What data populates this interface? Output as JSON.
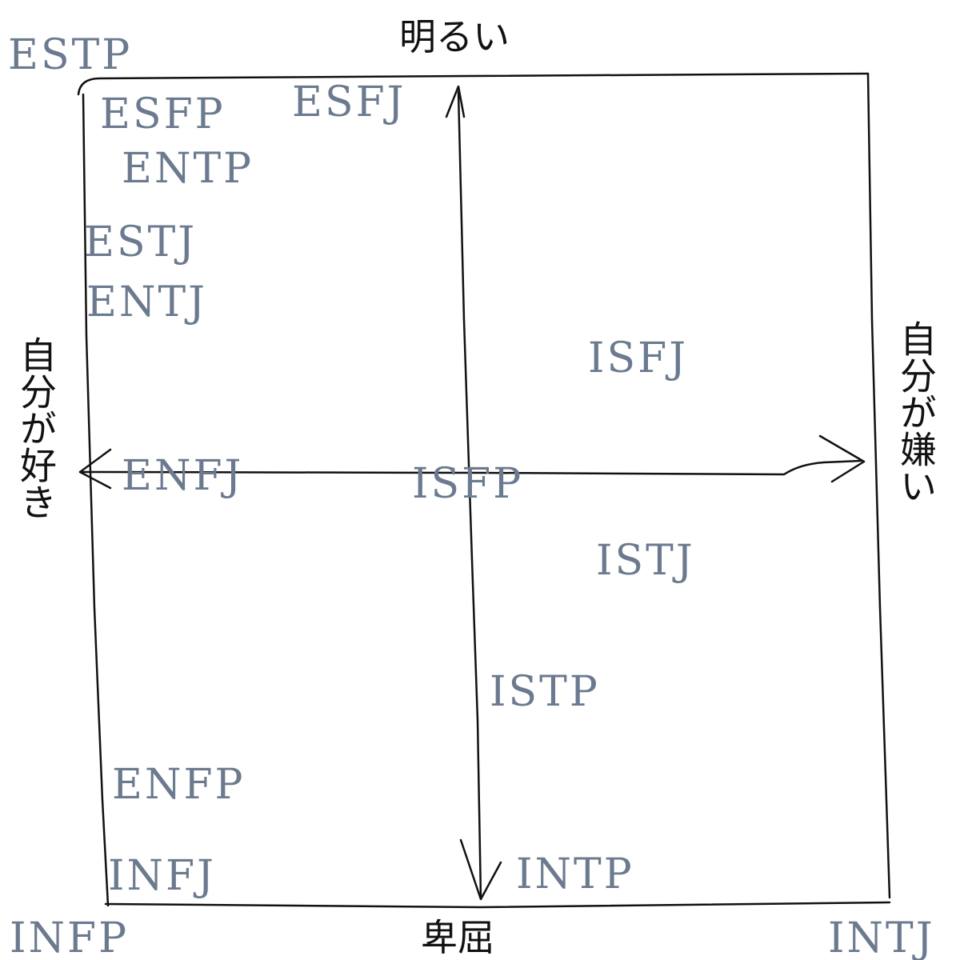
{
  "colors": {
    "ink": "#111111",
    "type_text": "#6b7a8f",
    "background": "#ffffff"
  },
  "axes": {
    "top": "明るい",
    "bottom": "卑屈",
    "left": "自分が好き",
    "right": "自分が嫌い"
  },
  "types": {
    "estp": "ESTP",
    "esfp": "ESFP",
    "esfj": "ESFJ",
    "entp": "ENTP",
    "estj": "ESTJ",
    "entj": "ENTJ",
    "isfj": "ISFJ",
    "enfj": "ENFJ",
    "isfp": "ISFP",
    "istj": "ISTJ",
    "istp": "ISTP",
    "enfp": "ENFP",
    "infj": "INFJ",
    "intp": "INTP",
    "infp": "INFP",
    "intj": "INTJ"
  }
}
